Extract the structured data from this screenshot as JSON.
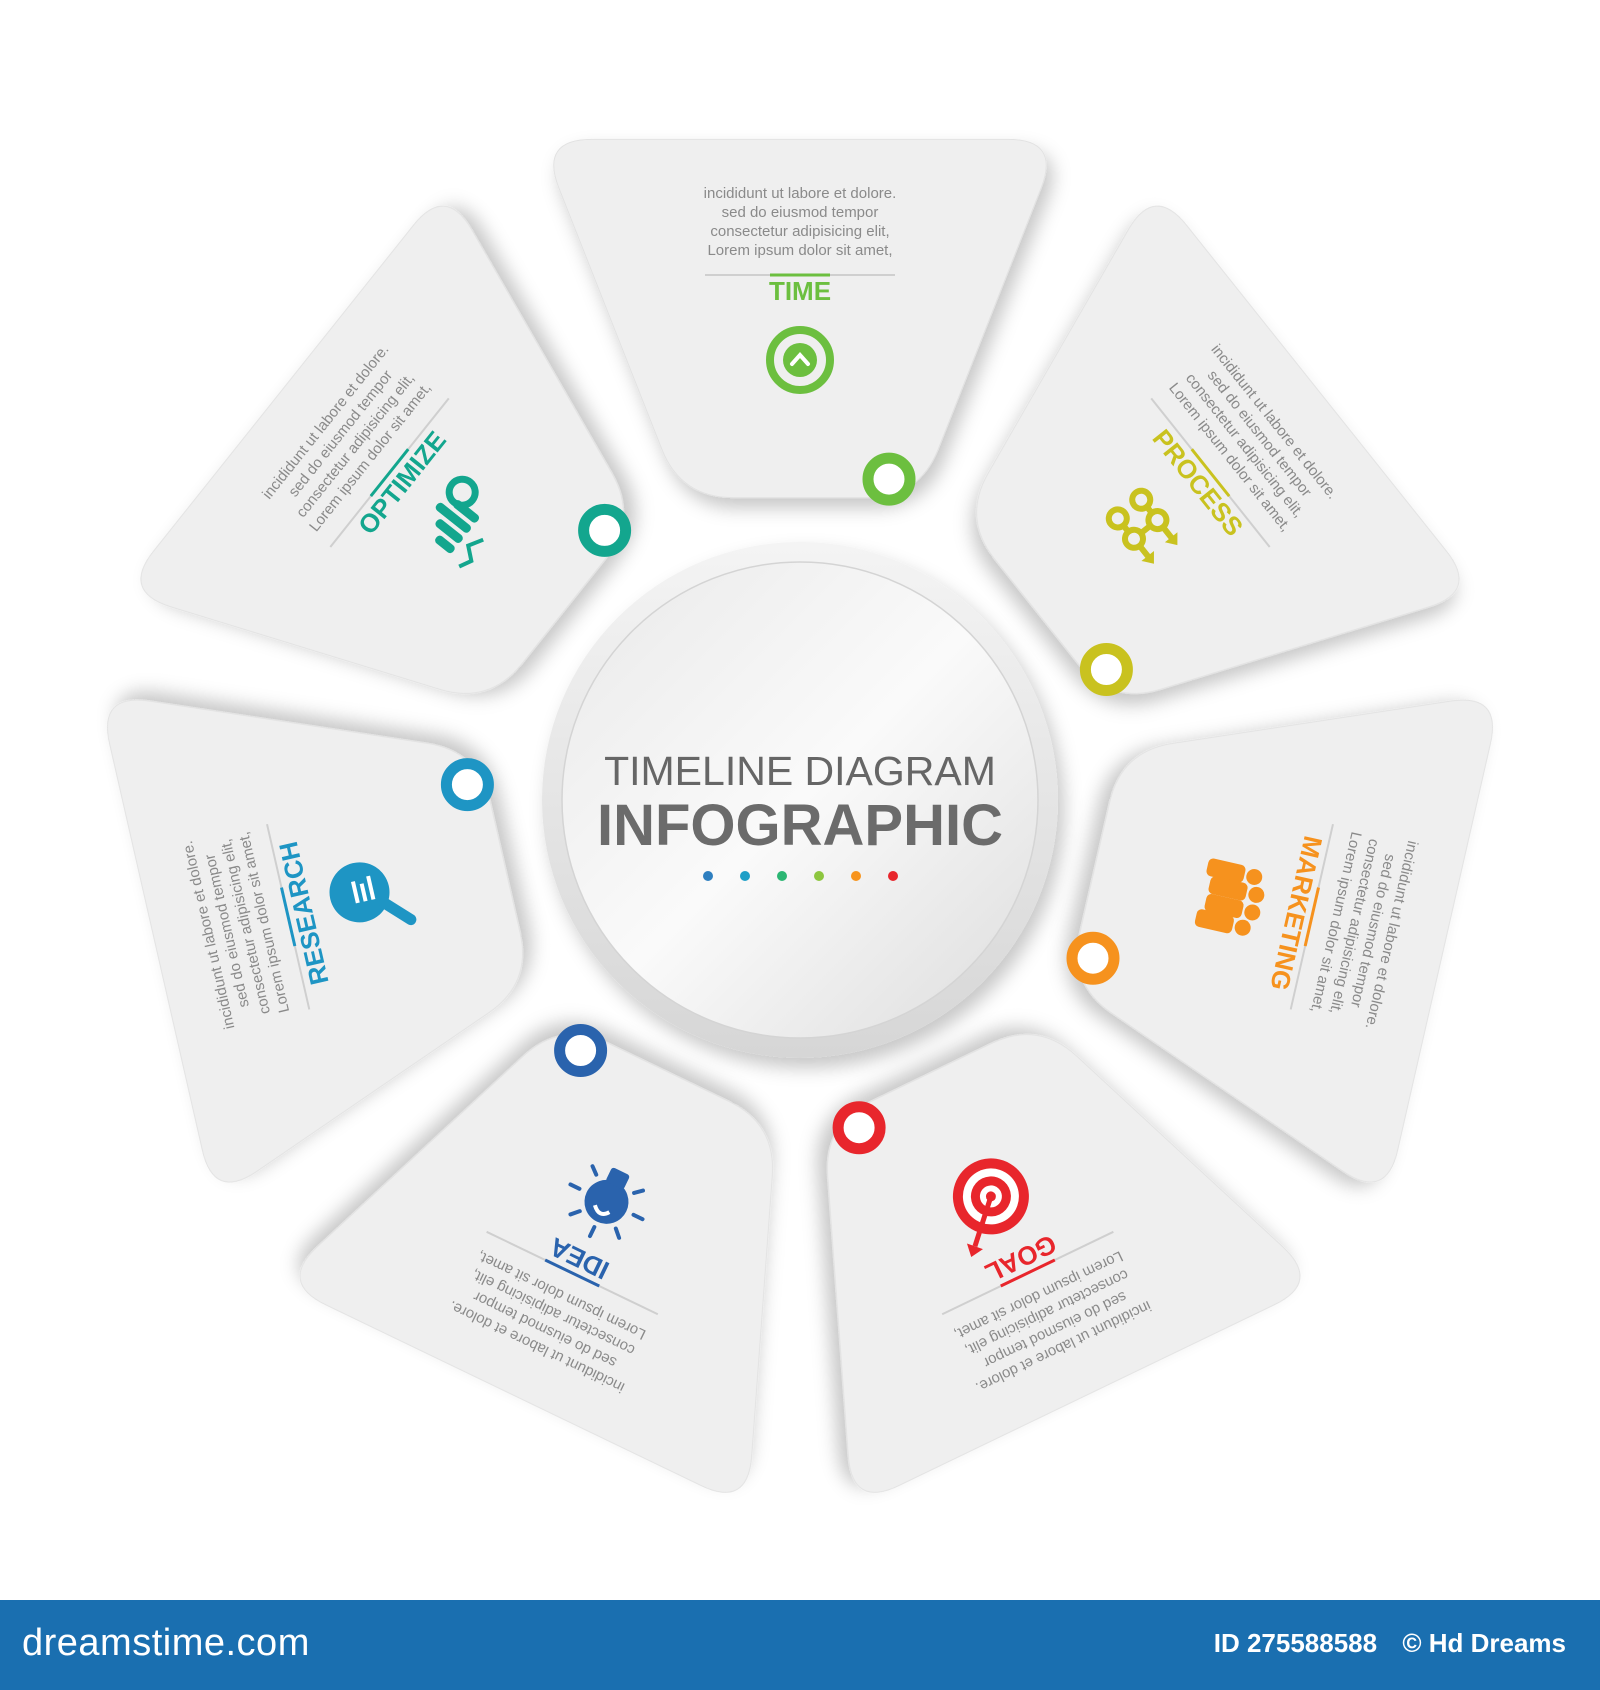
{
  "center": {
    "title_line1": "TIMELINE DIAGRAM",
    "title_line2": "INFOGRAPHIC",
    "dot_colors": [
      "#2e7fc0",
      "#1e9fc7",
      "#2bb673",
      "#8dc63f",
      "#f7941d",
      "#e8262c"
    ]
  },
  "body_text": [
    "Lorem ipsum dolor sit amet,",
    "consectetur adipisicing elit,",
    "sed do eiusmod tempor",
    "incididunt ut labore et dolore."
  ],
  "steps": [
    {
      "label": "TIME",
      "color": "#6cbf3f",
      "icon": "clock-icon"
    },
    {
      "label": "PROCESS",
      "color": "#c9c21f",
      "icon": "process-flow-icon"
    },
    {
      "label": "MARKETING",
      "color": "#f6921e",
      "icon": "people-group-icon"
    },
    {
      "label": "GOAL",
      "color": "#e8262c",
      "icon": "target-arrow-icon"
    },
    {
      "label": "IDEA",
      "color": "#2a63ad",
      "icon": "lightbulb-icon"
    },
    {
      "label": "RESEARCH",
      "color": "#1e95c4",
      "icon": "magnifier-chart-icon"
    },
    {
      "label": "OPTIMIZE",
      "color": "#13a68e",
      "icon": "tools-chart-icon"
    }
  ],
  "footer": {
    "brand": "dreamstime.com",
    "id_text": "ID 275588588",
    "author": "© Hd Dreams"
  }
}
